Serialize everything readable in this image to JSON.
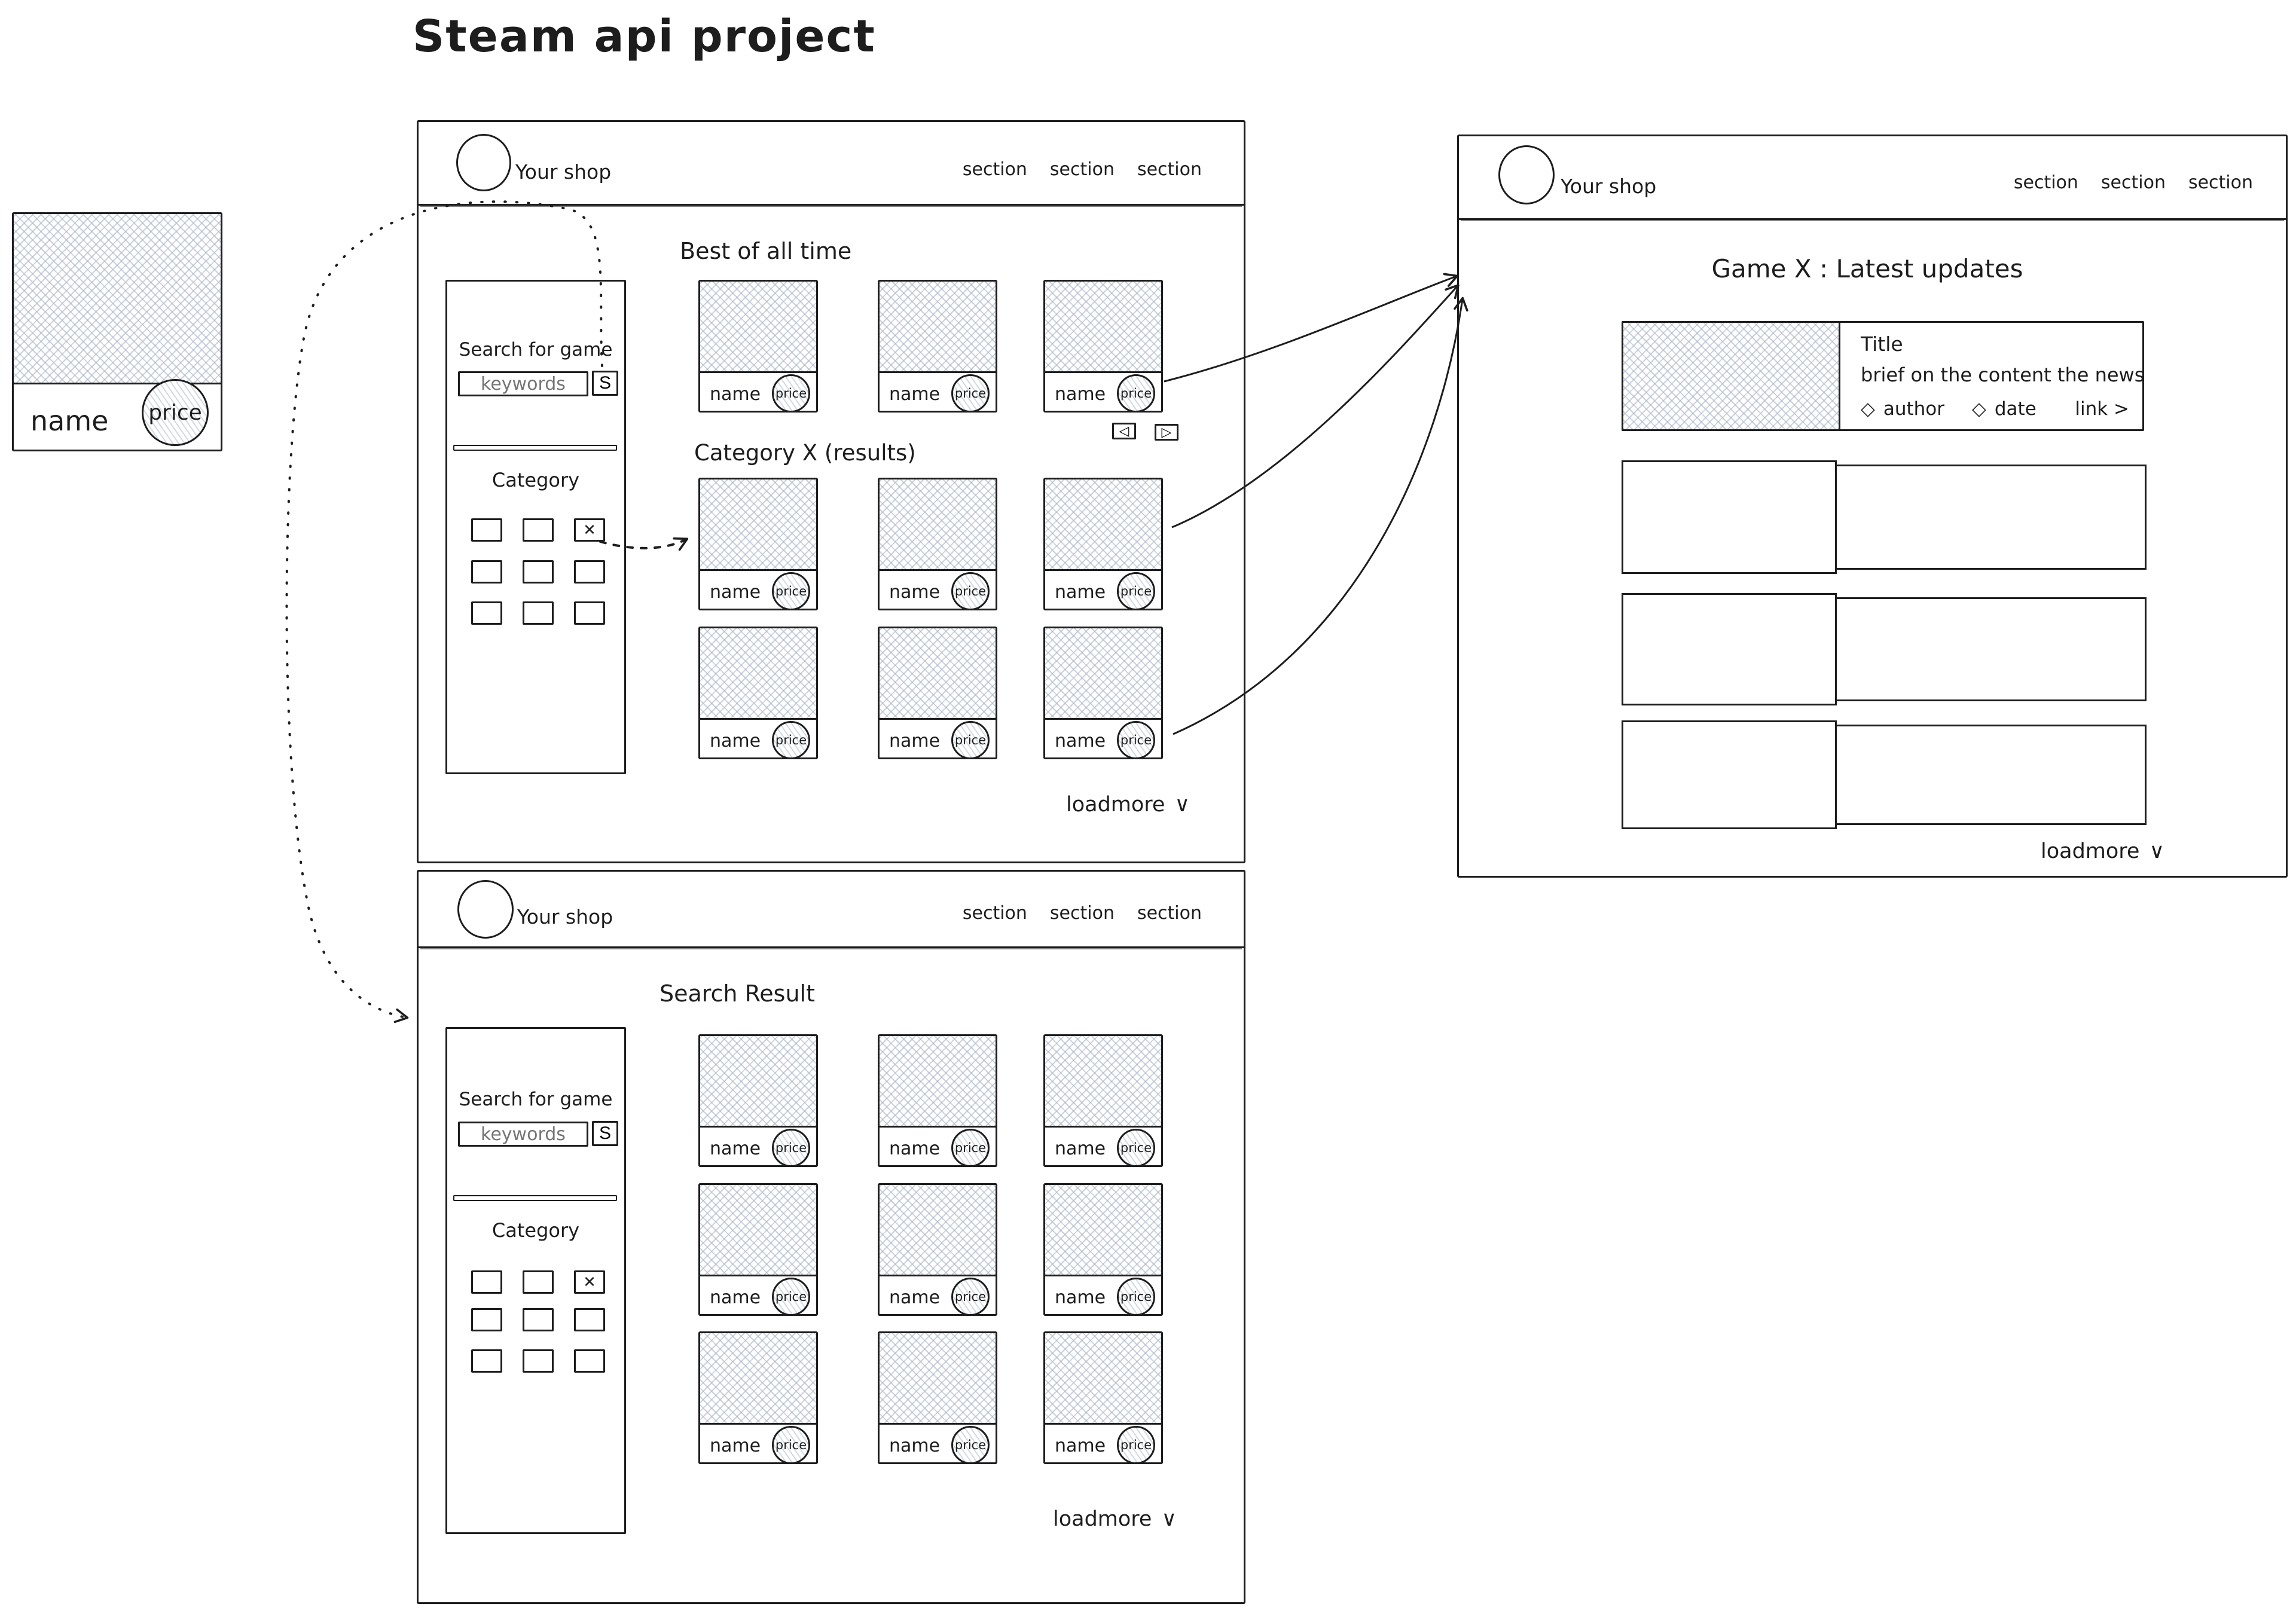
{
  "title": "Steam api project",
  "card": {
    "name": "name",
    "price": "price"
  },
  "icons": {
    "checkbox_mark": "✕",
    "chevron_down": "∨",
    "prev": "◁",
    "next": "▷",
    "diamond": "◇"
  },
  "shop_home": {
    "brand": "Your shop",
    "nav": [
      "section",
      "section",
      "section"
    ],
    "sidebar": {
      "search_title": "Search for game",
      "keywords": "keywords",
      "search_button": "S",
      "category_title": "Category"
    },
    "best_heading": "Best of all time",
    "category_heading": "Category X (results)",
    "loadmore": "loadmore"
  },
  "search_page": {
    "brand": "Your shop",
    "nav": [
      "section",
      "section",
      "section"
    ],
    "heading": "Search Result",
    "sidebar": {
      "search_title": "Search for game",
      "keywords": "keywords",
      "search_button": "S",
      "category_title": "Category"
    },
    "loadmore": "loadmore"
  },
  "updates_page": {
    "brand": "Your shop",
    "nav": [
      "section",
      "section",
      "section"
    ],
    "heading": "Game X : Latest updates",
    "news": {
      "title": "Title",
      "brief": "brief on the content the news",
      "author": "author",
      "date": "date",
      "link": "link >"
    },
    "loadmore": "loadmore"
  }
}
